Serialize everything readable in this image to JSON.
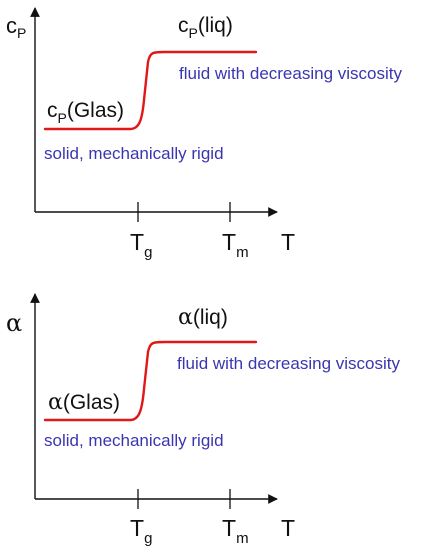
{
  "colors": {
    "axis": "#111111",
    "curve": "#e01818",
    "annotation": "#3a36b0"
  },
  "panels": [
    {
      "y_axis_main": "c",
      "y_axis_sub": "P",
      "liq_main": "c",
      "liq_sub": "P",
      "liq_paren": "(liq)",
      "glas_main": "c",
      "glas_sub": "P",
      "glas_paren": "(Glas)",
      "fluid_note": "fluid with decreasing viscosity",
      "solid_note": "solid, mechanically rigid",
      "tick_g_main": "T",
      "tick_g_sub": "g",
      "tick_m_main": "T",
      "tick_m_sub": "m",
      "x_axis_label": "T"
    },
    {
      "y_axis_main": "α",
      "liq_main": "α",
      "liq_paren": "(liq)",
      "glas_main": "α",
      "glas_paren": "(Glas)",
      "fluid_note": "fluid with decreasing viscosity",
      "solid_note": "solid, mechanically rigid",
      "tick_g_main": "T",
      "tick_g_sub": "g",
      "tick_m_main": "T",
      "tick_m_sub": "m",
      "x_axis_label": "T"
    }
  ]
}
